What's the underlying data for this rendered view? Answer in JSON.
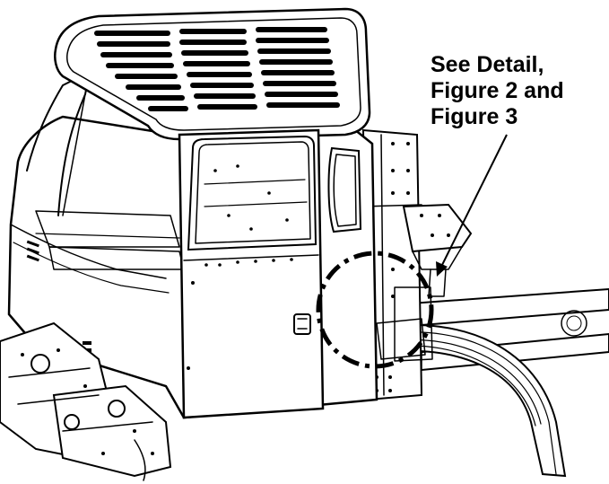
{
  "callout": {
    "lines": [
      "See Detail,",
      "Figure 2 and",
      "Figure 3"
    ]
  },
  "colors": {
    "ink": "#000000",
    "background": "#ffffff"
  }
}
